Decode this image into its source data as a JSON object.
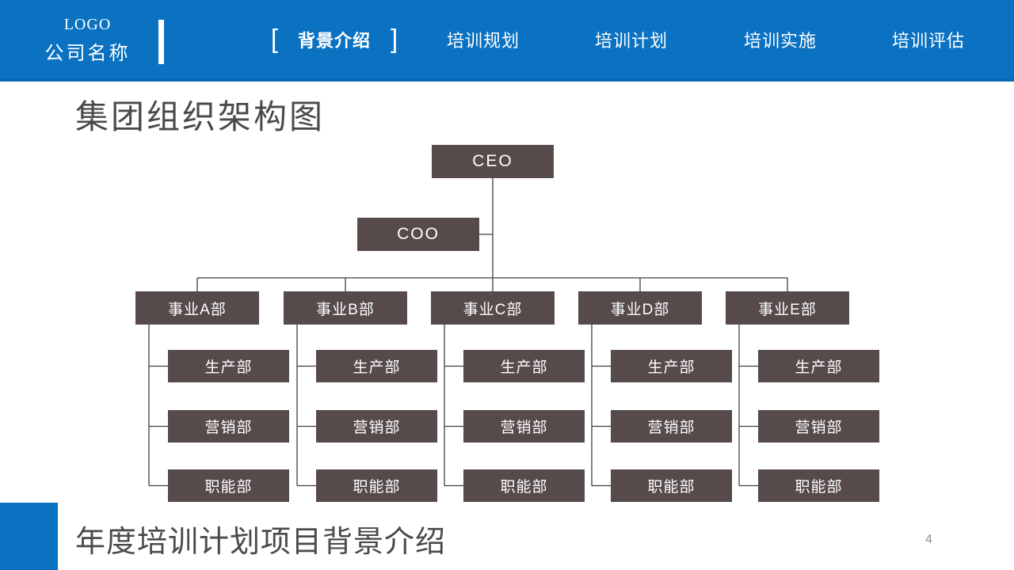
{
  "colors": {
    "primary_blue": "#0B72C2",
    "primary_blue_dark": "#0A66AC",
    "box_brown": "#564A4B",
    "connector_line": "#3F3F3F",
    "heading_gray": "#4A4A4A",
    "background": "#FFFFFF"
  },
  "header": {
    "logo": "LOGO",
    "company": "公司名称",
    "nav": [
      {
        "label": "背景介绍",
        "active": true
      },
      {
        "label": "培训规划",
        "active": false
      },
      {
        "label": "培训计划",
        "active": false
      },
      {
        "label": "培训实施",
        "active": false
      },
      {
        "label": "培训评估",
        "active": false
      }
    ],
    "active_bracket_left": "[",
    "active_bracket_right": "]"
  },
  "page": {
    "title": "集团组织架构图",
    "footer_title": "年度培训计划项目背景介绍",
    "page_number": "4"
  },
  "org_chart": {
    "root": "CEO",
    "assistant": "COO",
    "divisions": [
      {
        "label": "事业A部",
        "children": [
          "生产部",
          "营销部",
          "职能部"
        ]
      },
      {
        "label": "事业B部",
        "children": [
          "生产部",
          "营销部",
          "职能部"
        ]
      },
      {
        "label": "事业C部",
        "children": [
          "生产部",
          "营销部",
          "职能部"
        ]
      },
      {
        "label": "事业D部",
        "children": [
          "生产部",
          "营销部",
          "职能部"
        ]
      },
      {
        "label": "事业E部",
        "children": [
          "生产部",
          "营销部",
          "职能部"
        ]
      }
    ]
  }
}
